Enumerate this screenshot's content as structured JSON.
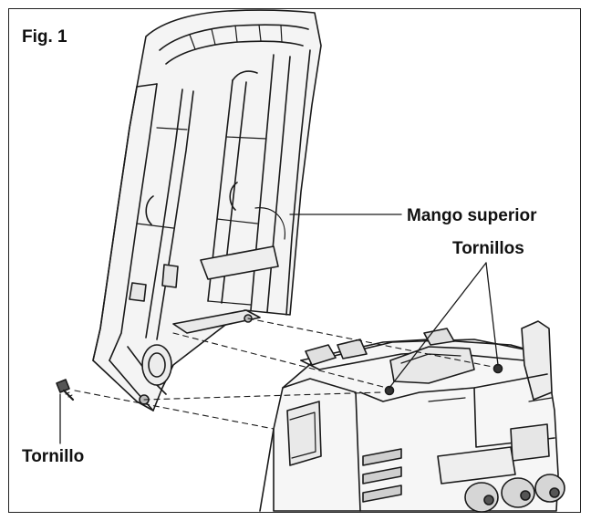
{
  "figure": {
    "title": "Fig. 1"
  },
  "callouts": {
    "upper_handle": "Mango superior",
    "screws": "Tornillos",
    "screw": "Tornillo"
  }
}
